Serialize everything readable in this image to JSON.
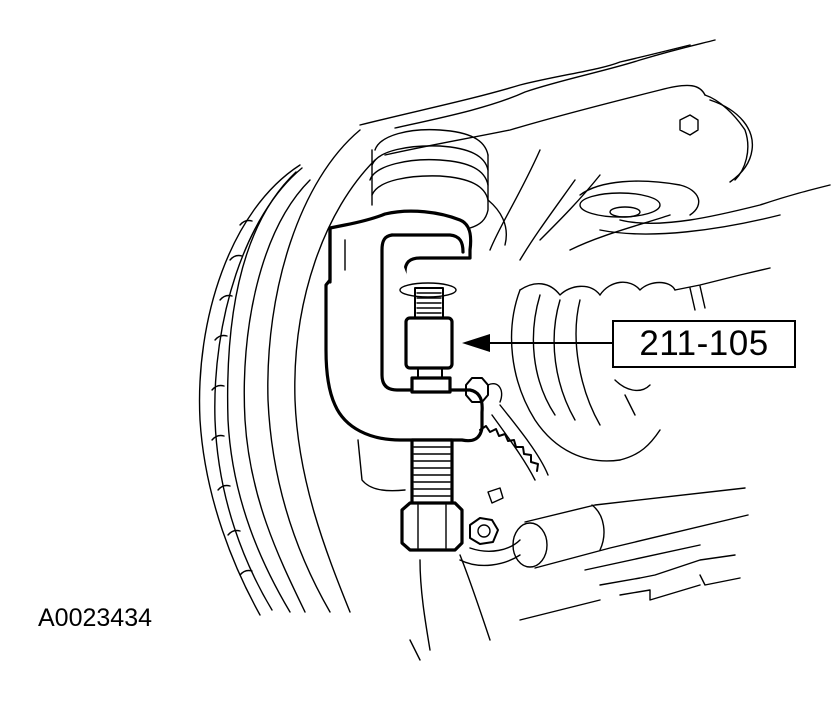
{
  "diagram": {
    "type": "service-manual-illustration",
    "subject": "ball joint separator tool installed on steering knuckle / lower control arm",
    "callout": {
      "label": "211-105",
      "points_to": "tool-forcing-screw-adapter"
    },
    "figure_id": "A0023434",
    "colors": {
      "line": "#000000",
      "background": "#ffffff"
    },
    "parts_depicted": [
      "brake-rotor-wheel",
      "upper-control-arm",
      "ball-joint-separator-tool",
      "forcing-screw",
      "hex-nut",
      "cv-boot",
      "abs-tone-ring",
      "tie-rod",
      "lower-ball-joint-nut"
    ]
  }
}
